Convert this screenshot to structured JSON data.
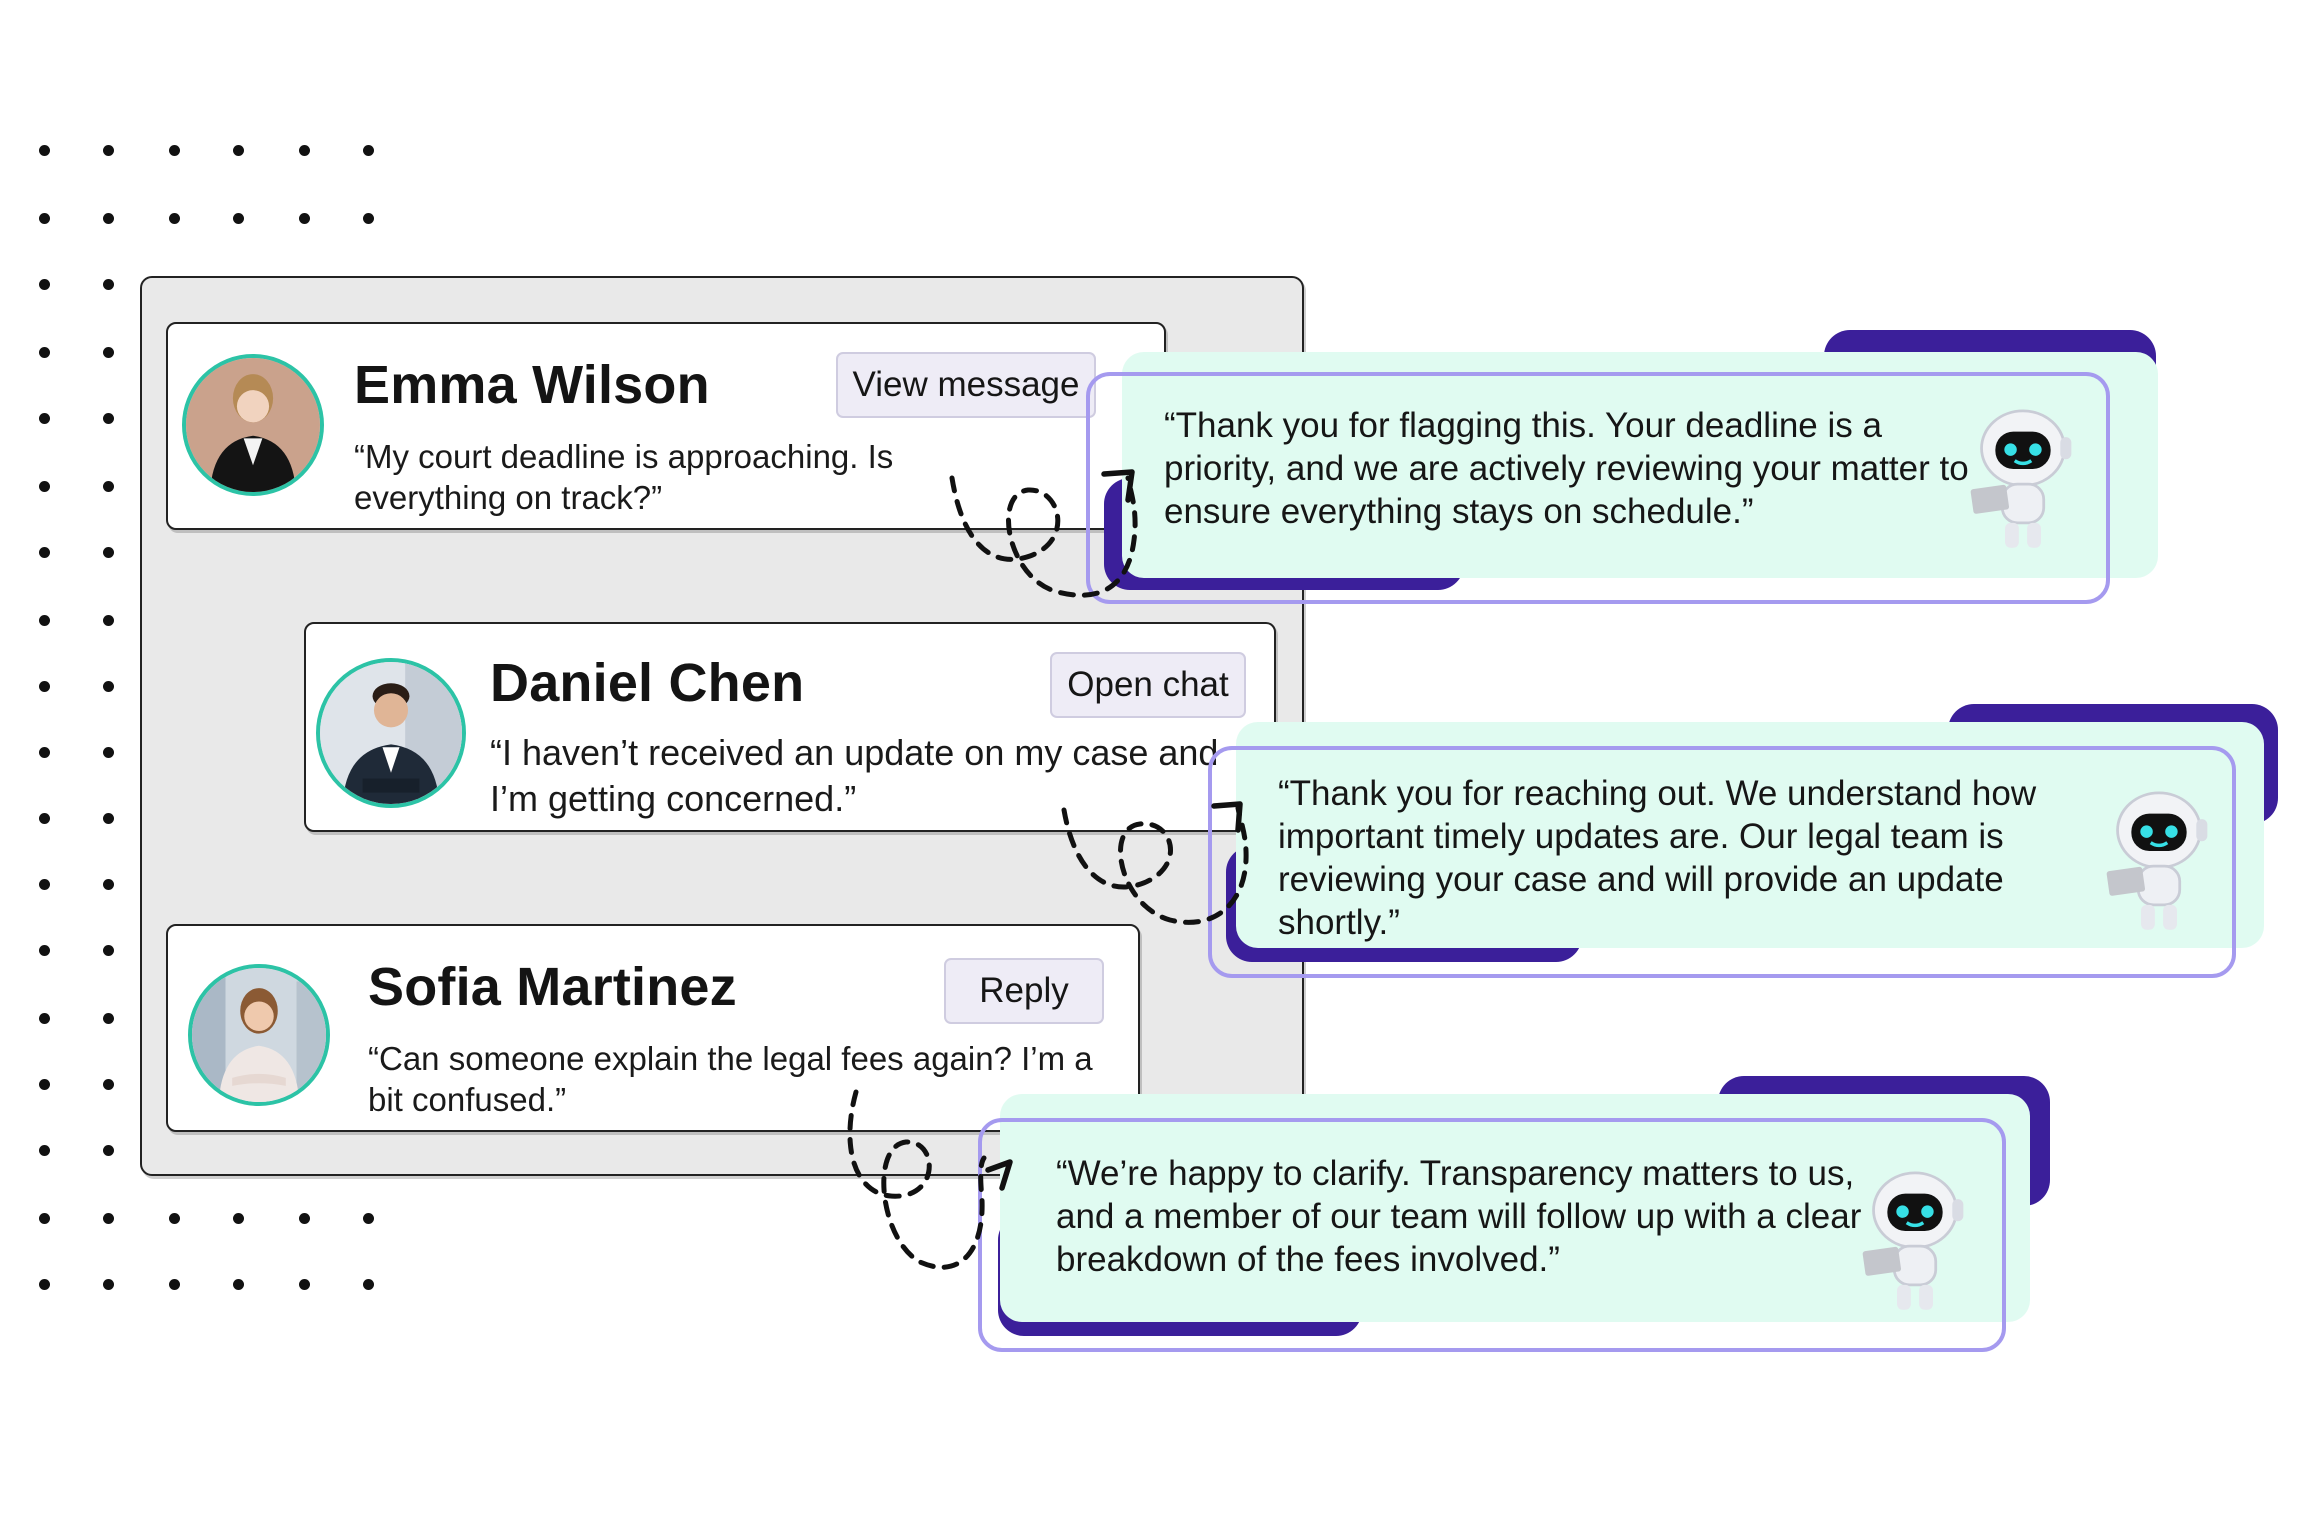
{
  "inbox": {
    "cards": [
      {
        "name": "Emma Wilson",
        "message": "“My court deadline is approaching. Is everything on track?”",
        "action": "View message",
        "avatar_icon": "woman-in-black-blazer-avatar"
      },
      {
        "name": "Daniel Chen",
        "message": "“I haven’t received an update on my case and I’m getting concerned.”",
        "action": "Open chat",
        "avatar_icon": "man-in-suit-avatar"
      },
      {
        "name": "Sofia Martinez",
        "message": "“Can someone explain the legal fees again? I’m a bit confused.”",
        "action": "Reply",
        "avatar_icon": "woman-in-office-avatar"
      }
    ]
  },
  "responses": [
    {
      "text": "“Thank you for flagging this. Your deadline is a priority, and we are actively reviewing your matter to ensure everything stays on schedule.”",
      "icon": "robot-with-laptop-icon"
    },
    {
      "text": "“Thank you for reaching out. We understand how important timely updates are. Our legal team is reviewing your case and will provide an update shortly.”",
      "icon": "robot-with-laptop-icon"
    },
    {
      "text": "“We’re happy to clarify. Transparency matters to us, and a member of our team will follow up with a clear breakdown of the fees involved.”",
      "icon": "robot-with-laptop-icon"
    }
  ],
  "colors": {
    "accent_purple": "#3b1f9a",
    "outline_lavender": "#a59aef",
    "mint": "#e0fbf1",
    "avatar_ring": "#2cc3a6"
  }
}
